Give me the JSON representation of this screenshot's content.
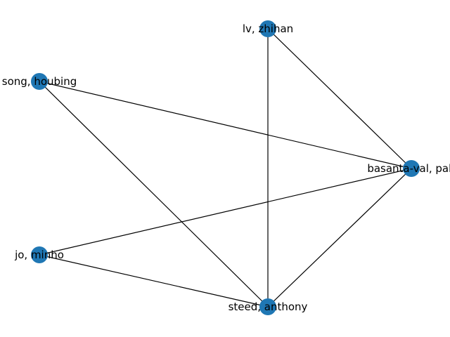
{
  "graph": {
    "node_color": "#1f77b4",
    "edge_color": "#000000",
    "nodes": [
      {
        "id": "lv",
        "label": "lv, zhihan"
      },
      {
        "id": "song",
        "label": "song, houbing"
      },
      {
        "id": "basanta",
        "label": "basanta-val, pab"
      },
      {
        "id": "jo",
        "label": "jo, minho"
      },
      {
        "id": "steed",
        "label": "steed, anthony"
      }
    ],
    "edges": [
      [
        "lv",
        "steed"
      ],
      [
        "lv",
        "basanta"
      ],
      [
        "song",
        "basanta"
      ],
      [
        "song",
        "steed"
      ],
      [
        "jo",
        "basanta"
      ],
      [
        "jo",
        "steed"
      ],
      [
        "basanta",
        "steed"
      ]
    ]
  }
}
